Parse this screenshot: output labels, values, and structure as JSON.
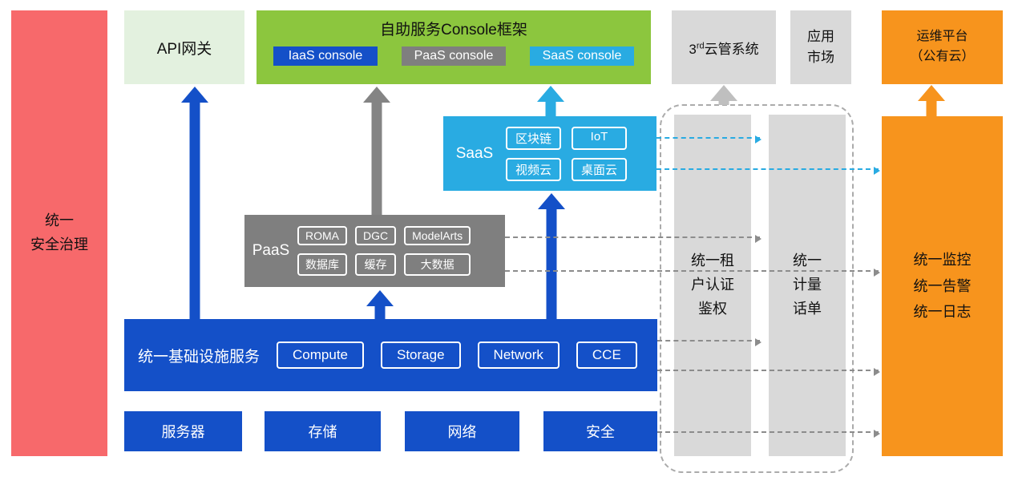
{
  "colors": {
    "red": "#F7696B",
    "light_green": "#E3F1DF",
    "green": "#8CC63E",
    "blue": "#1450C8",
    "gray": "#7F7F7F",
    "light_gray": "#D9D9D9",
    "cyan": "#29ABE2",
    "orange": "#F7941D"
  },
  "security_bar": {
    "label": "统一\n安全治理"
  },
  "api_gateway": {
    "label": "API网关"
  },
  "console": {
    "title": "自助服务Console框架",
    "buttons": [
      "IaaS console",
      "PaaS console",
      "SaaS console"
    ]
  },
  "third_party_cms": {
    "prefix": "3",
    "sup": "rd",
    "suffix": "云管系统"
  },
  "app_market": {
    "label": "应用\n市场"
  },
  "ops_platform": {
    "label": "运维平台\n（公有云）"
  },
  "saas": {
    "label": "SaaS",
    "chips": [
      "区块链",
      "IoT",
      "视频云",
      "桌面云"
    ]
  },
  "paas": {
    "label": "PaaS",
    "chips": [
      "ROMA",
      "DGC",
      "ModelArts",
      "数据库",
      "缓存",
      "大数据"
    ]
  },
  "infrastructure": {
    "label": "统一基础设施服务",
    "chips": [
      "Compute",
      "Storage",
      "Network",
      "CCE"
    ]
  },
  "hardware": {
    "items": [
      "服务器",
      "存储",
      "网络",
      "安全"
    ]
  },
  "auth_bar": {
    "label": "统一租\n户认证\n鉴权"
  },
  "metering_bar": {
    "label": "统一\n计量\n话单"
  },
  "monitor_bar": {
    "label": "统一监控\n统一告警\n统一日志"
  }
}
